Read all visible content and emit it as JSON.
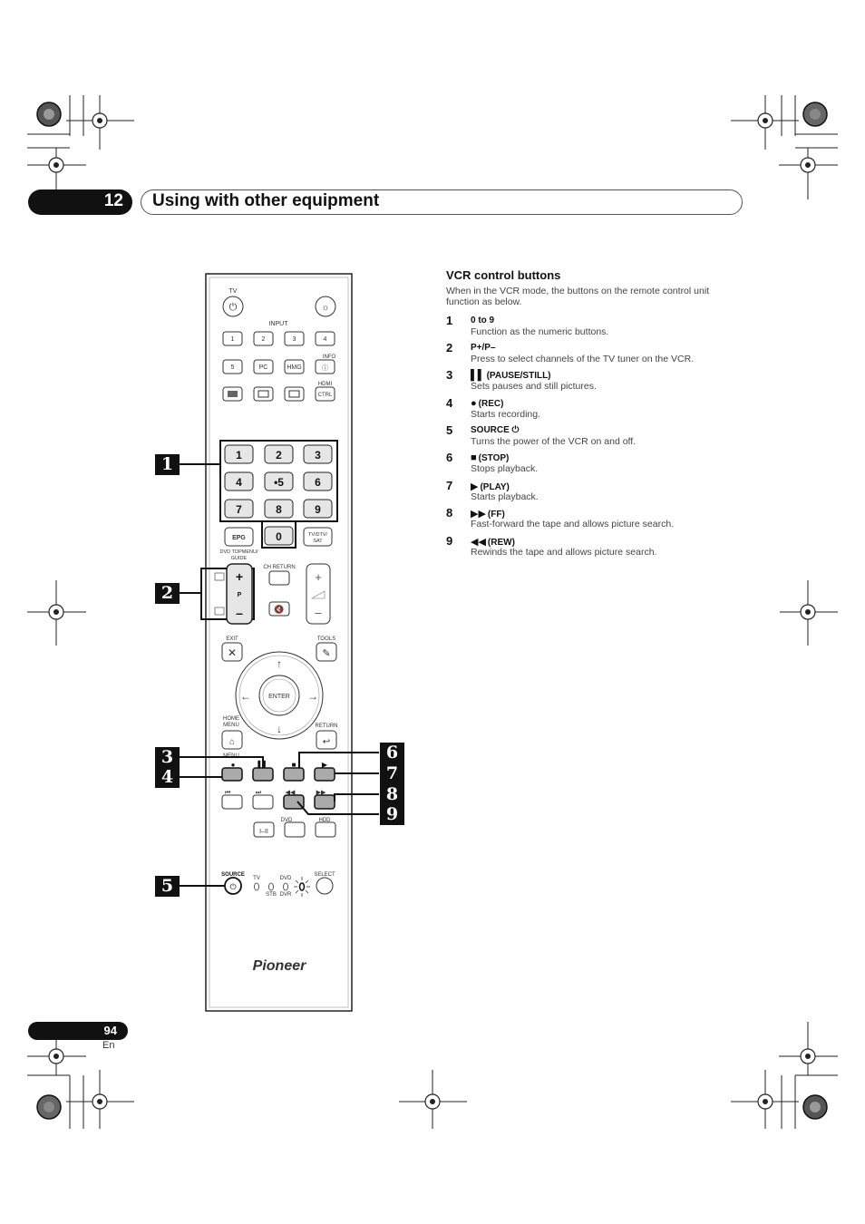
{
  "header": {
    "chapter_number": "12",
    "title": "Using with other equipment"
  },
  "footer": {
    "page_number": "94",
    "language": "En"
  },
  "section": {
    "heading": "VCR control buttons",
    "intro": "When in the VCR mode, the buttons on the remote control unit function as below.",
    "items": [
      {
        "num": "1",
        "glyph": "",
        "label": "0 to 9",
        "desc": "Function as the numeric buttons."
      },
      {
        "num": "2",
        "glyph": "",
        "label": "P+/P–",
        "desc": "Press to select channels of the TV tuner on the VCR."
      },
      {
        "num": "3",
        "glyph": "▌▌",
        "label": "(PAUSE/STILL)",
        "desc": "Sets pauses and still pictures."
      },
      {
        "num": "4",
        "glyph": "●",
        "label": "(REC)",
        "desc": "Starts recording."
      },
      {
        "num": "5",
        "glyph": "",
        "label": "SOURCE ⏻",
        "desc": "Turns the power of the VCR on and off."
      },
      {
        "num": "6",
        "glyph": "■",
        "label": "(STOP)",
        "desc": "Stops playback."
      },
      {
        "num": "7",
        "glyph": "▶",
        "label": "(PLAY)",
        "desc": "Starts playback."
      },
      {
        "num": "8",
        "glyph": "▶▶",
        "label": "(FF)",
        "desc": "Fast-forward the tape and allows picture search."
      },
      {
        "num": "9",
        "glyph": "◀◀",
        "label": "(REW)",
        "desc": "Rewinds the tape and allows picture search."
      }
    ]
  },
  "remote": {
    "brand": "Pioneer",
    "top_labels": {
      "tv": "TV",
      "input": "INPUT",
      "info": "INFO",
      "hdmi": "HDMI",
      "ctrl": "CTRL"
    },
    "input_buttons": [
      "1",
      "2",
      "3",
      "4",
      "5",
      "PC",
      "HMG"
    ],
    "numeric_keys": [
      "1",
      "2",
      "3",
      "4",
      "•5",
      "6",
      "7",
      "8",
      "9",
      "0"
    ],
    "epg": "EPG",
    "tv_dtv_sat": [
      "TV/DTV/",
      "SAT"
    ],
    "dvd_topmenu": [
      "DVD TOPMENU/",
      "GUIDE"
    ],
    "ch_return": "CH RETURN",
    "p_label": "P",
    "exit": "EXIT",
    "tools": "TOOLS",
    "enter": "ENTER",
    "home_menu": [
      "HOME",
      "MENU"
    ],
    "return": "RETURN",
    "menu": "MENU",
    "dvd": "DVD",
    "hdd": "HDD",
    "audio": "I–II",
    "source": "SOURCE",
    "select": "SELECT",
    "mode_labels": {
      "tv": "TV",
      "stb": "STB",
      "dvd": "DVD",
      "dvr": "DVR"
    },
    "callouts": [
      "1",
      "2",
      "3",
      "4",
      "5",
      "6",
      "7",
      "8",
      "9"
    ]
  }
}
